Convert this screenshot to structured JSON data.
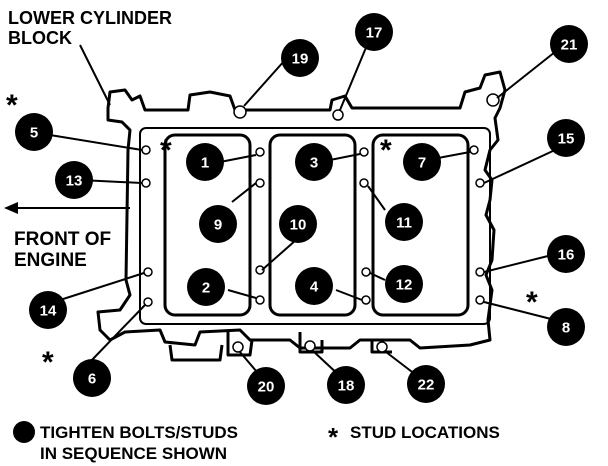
{
  "labels": {
    "block_line1": "LOWER CYLINDER",
    "block_line2": "BLOCK",
    "front_line1": "FRONT OF",
    "front_line2": "ENGINE",
    "legend_tighten_line1": "TIGHTEN BOLTS/STUDS",
    "legend_tighten_line2": "IN SEQUENCE SHOWN",
    "legend_stud": "STUD LOCATIONS",
    "star": "*"
  },
  "bolts": [
    {
      "n": "1"
    },
    {
      "n": "2"
    },
    {
      "n": "3"
    },
    {
      "n": "4"
    },
    {
      "n": "5"
    },
    {
      "n": "6"
    },
    {
      "n": "7"
    },
    {
      "n": "8"
    },
    {
      "n": "9"
    },
    {
      "n": "10"
    },
    {
      "n": "11"
    },
    {
      "n": "12"
    },
    {
      "n": "13"
    },
    {
      "n": "14"
    },
    {
      "n": "15"
    },
    {
      "n": "16"
    },
    {
      "n": "17"
    },
    {
      "n": "18"
    },
    {
      "n": "19"
    },
    {
      "n": "20"
    },
    {
      "n": "21"
    },
    {
      "n": "22"
    }
  ]
}
